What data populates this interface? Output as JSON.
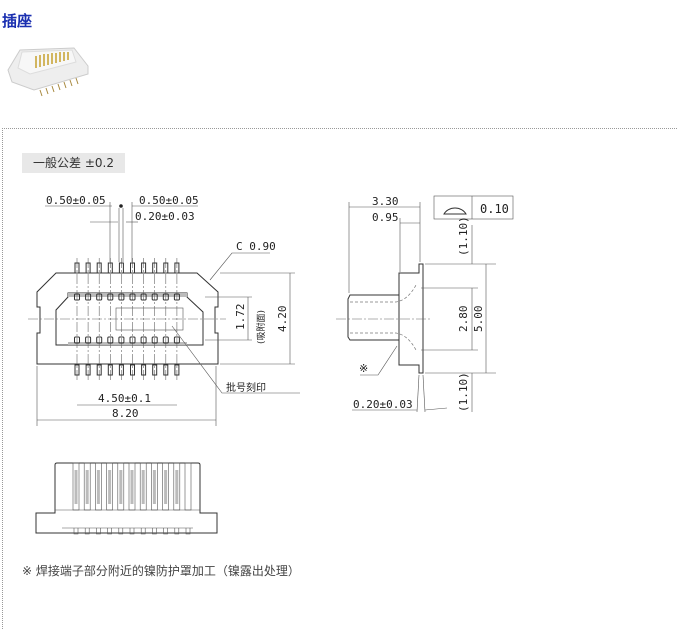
{
  "title": "插座",
  "tolerance_label": "一般公差 ±0.2",
  "dims": {
    "pitch_left": "0.50±0.05",
    "pitch_right": "0.50±0.05",
    "pin_width": "0.20±0.03",
    "chamfer": "C 0.90",
    "height_420": "4.20",
    "height_172": "1.72",
    "suction": "(吸附面)",
    "lot_mark": "批号刻印",
    "pin_span": "4.50±0.1",
    "width_820": "8.20",
    "depth_330": "3.30",
    "depth_095": "0.95",
    "flatness_value": "0.10",
    "h_110_top": "(1.10)",
    "h_280": "2.80",
    "h_500": "5.00",
    "h_110_bottom": "(1.10)",
    "lead_thk": "0.20±0.03",
    "ref_mark": "※"
  },
  "footnote": "※ 焊接端子部分附近的镍防护罩加工（镍露出处理）"
}
